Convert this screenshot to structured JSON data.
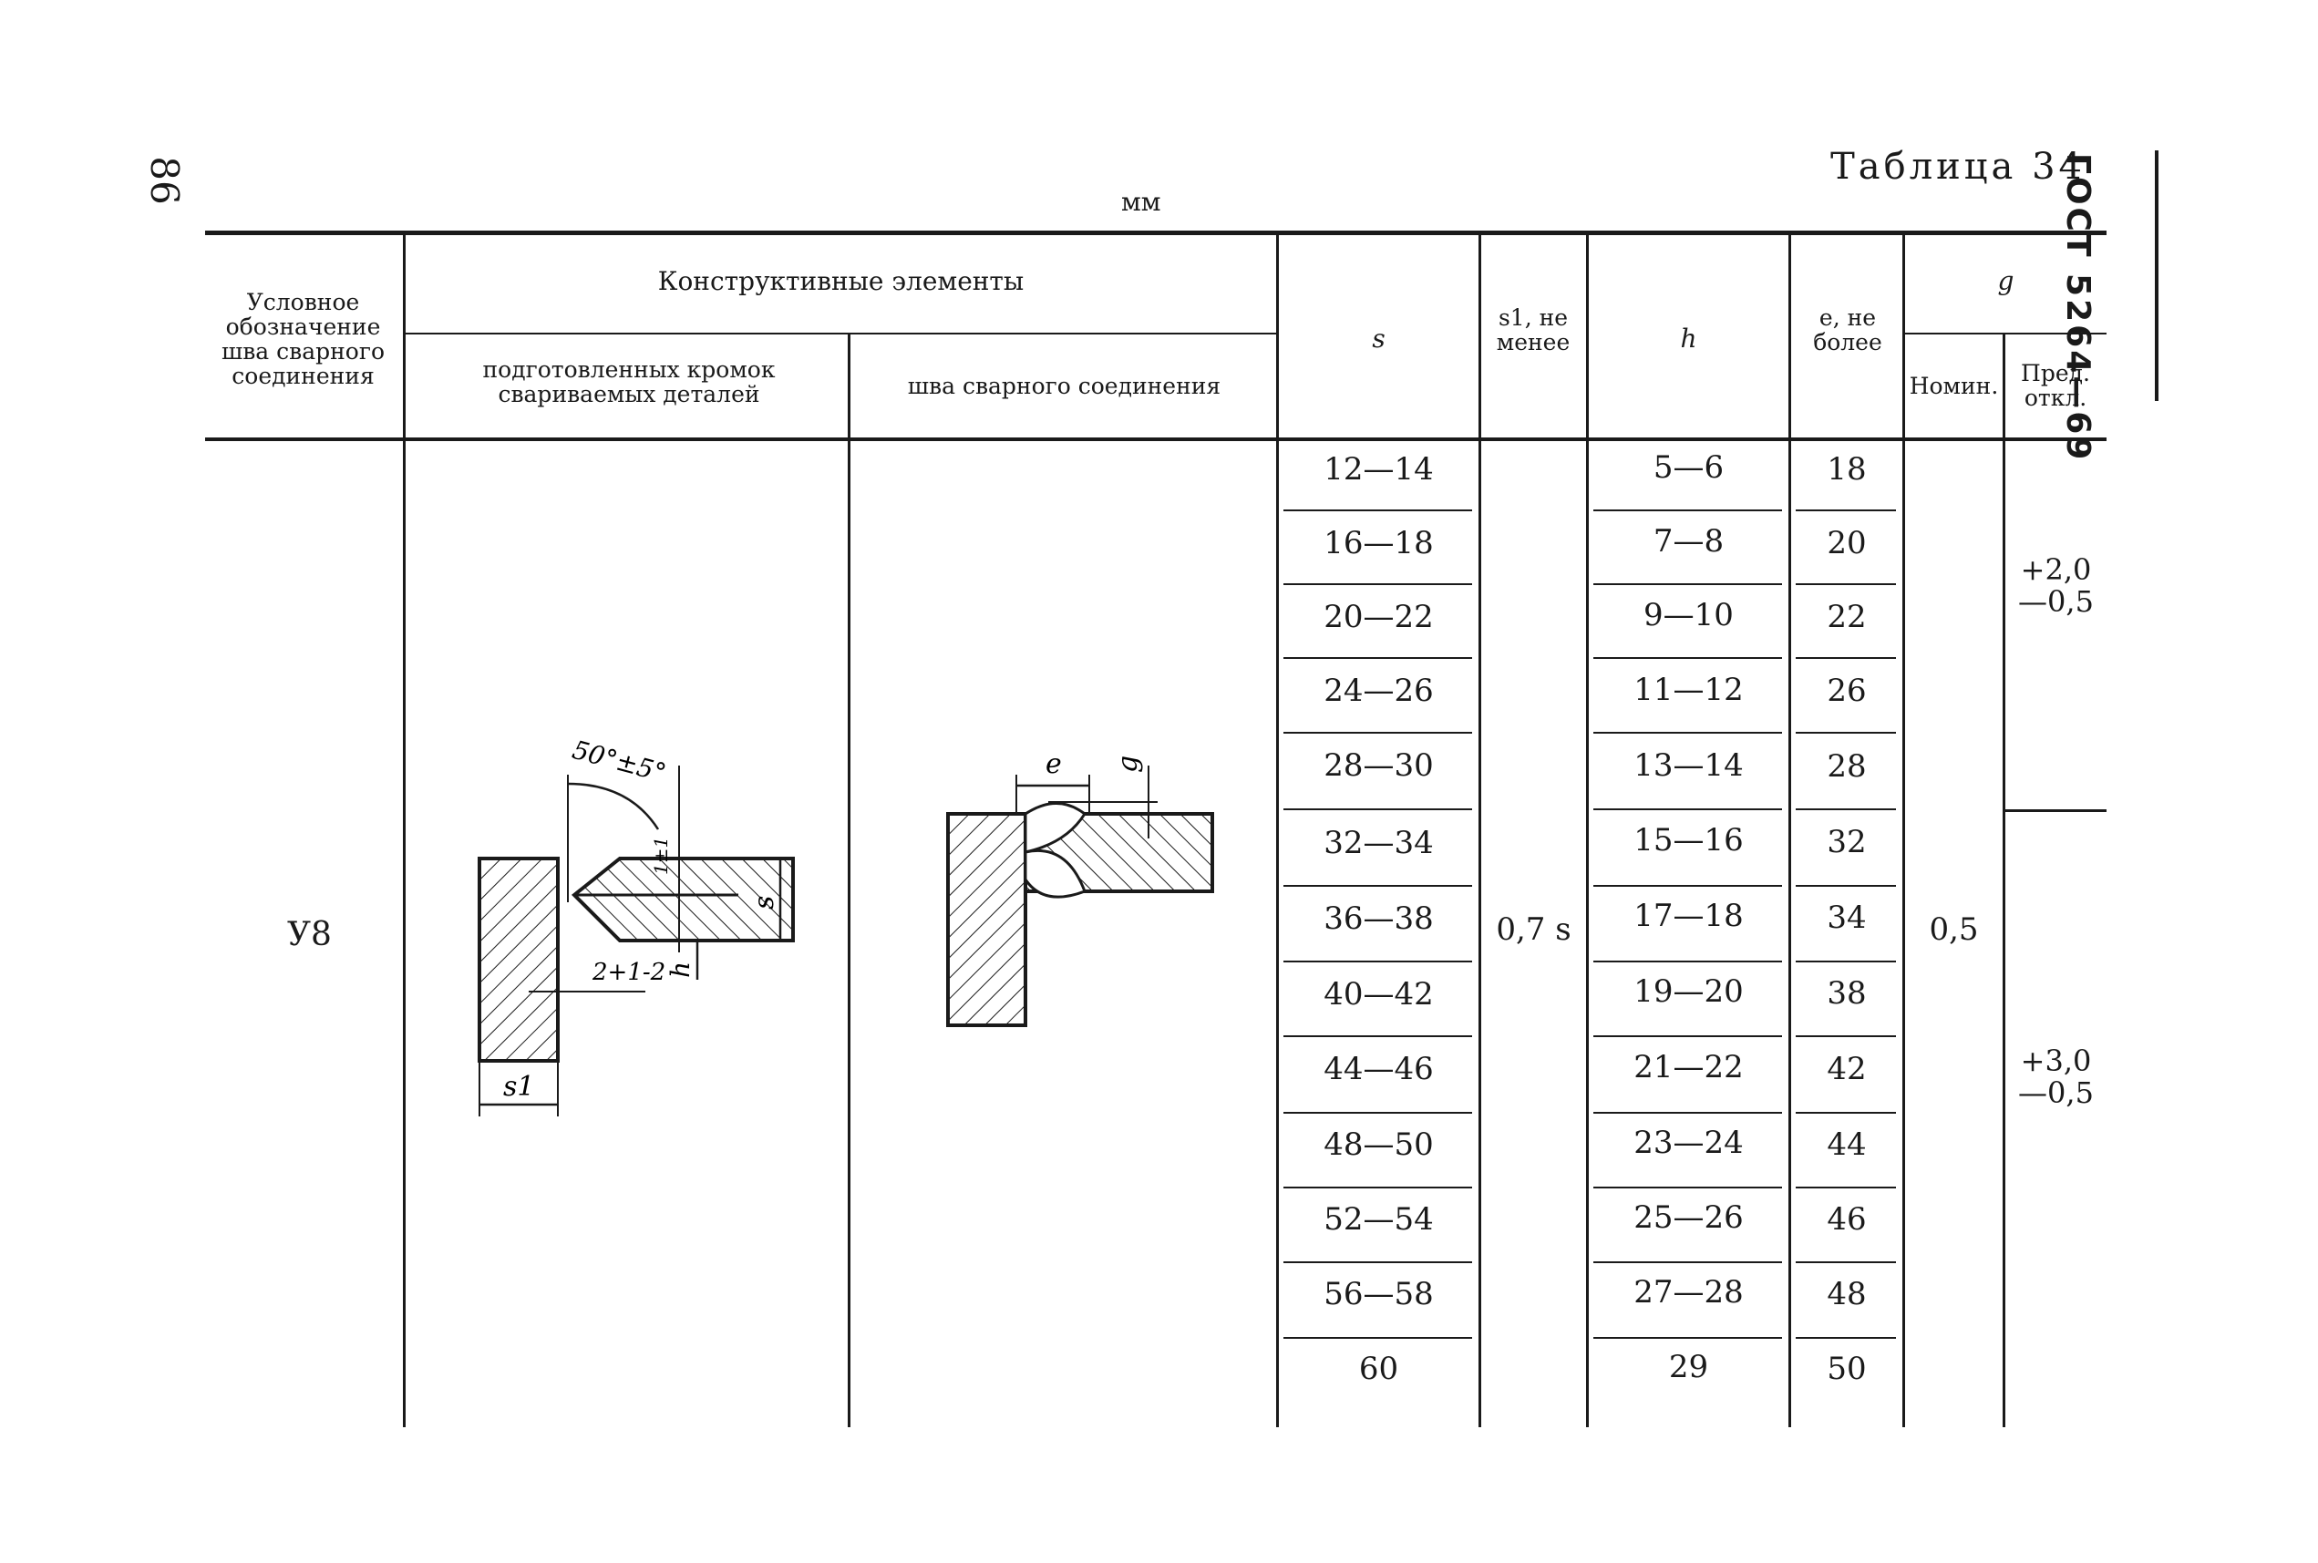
{
  "page_number": "86",
  "table_title": "Таблица 34",
  "unit": "мм",
  "standard": "ГОСТ 5264—69",
  "headers": {
    "designation": "Условное обозначение шва сварного соединения",
    "constructive": "Конструктивные элементы",
    "prepared_edges": "подготовленных кромок свариваемых деталей",
    "weld_seam": "шва сварного соединения",
    "s": "s",
    "s1": "s1, не менее",
    "h": "h",
    "e": "e, не более",
    "g": "g",
    "g_nom": "Номин.",
    "g_dev": "Пред. откл."
  },
  "row": {
    "designation": "У8",
    "s1_value": "0,7 s",
    "g_nominal": "0,5",
    "g_dev_upper": [
      "+2,0",
      "—0,5"
    ],
    "g_dev_lower": [
      "+3,0",
      "—0,5"
    ]
  },
  "s_values": [
    "12—14",
    "16—18",
    "20—22",
    "24—26",
    "28—30",
    "32—34",
    "36—38",
    "40—42",
    "44—46",
    "48—50",
    "52—54",
    "56—58",
    "60"
  ],
  "h_values": [
    "5—6",
    "7—8",
    "9—10",
    "11—12",
    "13—14",
    "15—16",
    "17—18",
    "19—20",
    "21—22",
    "23—24",
    "25—26",
    "27—28",
    "29"
  ],
  "e_values": [
    "18",
    "20",
    "22",
    "26",
    "28",
    "32",
    "34",
    "38",
    "42",
    "44",
    "46",
    "48",
    "50"
  ],
  "drawing_labels": {
    "angle": "50°±5°",
    "gap": "2+1-2",
    "root": "1±1",
    "s": "s",
    "h": "h",
    "s1": "s1",
    "e": "e",
    "g": "g"
  }
}
